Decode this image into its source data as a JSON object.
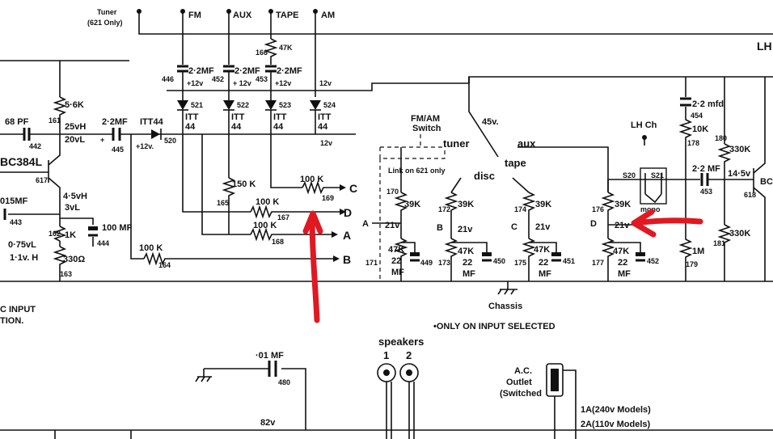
{
  "top_inputs": {
    "tuner": "Tuner",
    "tuner_note": "(621 Only)",
    "fm": "FM",
    "aux": "AUX",
    "tape": "TAPE",
    "am": "AM",
    "lh_corner": "LH"
  },
  "resistors": {
    "r47k_top": "47K",
    "r47k_top_ref": "166",
    "r5k6": "5·6K",
    "r5k6_ref": "161",
    "r100k_c": "100 K",
    "r100k_c_ref": "169",
    "r100k_d": "100 K",
    "r100k_d_ref": "167",
    "r100k_a": "100 K",
    "r100k_a_ref": "168",
    "r100k_b": "100 K",
    "r100k_b_ref": "164",
    "r150k": "150 K",
    "r150k_ref": "165",
    "r1k": "1K",
    "r1k_ref": "162",
    "r330": "330Ω",
    "r330_ref": "163",
    "r10k": "10K",
    "r10k_ref": "178",
    "r330k_a": "330K",
    "r330k_a_ref": "180",
    "r330k_b": "330K",
    "r330k_b_ref": "181",
    "r1m": "1M",
    "r1m_ref": "179"
  },
  "capacitors": {
    "c68pf": "68 PF",
    "c68pf_ref": "442",
    "c015": "015MF",
    "c015_ref": "443",
    "c22_445": "2·2MF",
    "c22_445_ref": "445",
    "c100mf": "100 MF",
    "c100mf_ref": "444",
    "c22_446": "2·2MF",
    "c22_446_ref": "446",
    "c22_452": "2·2MF",
    "c22_452_ref": "452",
    "c22_453": "2·2MF",
    "c22_453_ref": "453",
    "c22mfd": "2·2 mfd",
    "c22mfd_ref": "454",
    "c22_right": "2·2 MF",
    "c22_right_ref": "453",
    "c01": "·01 MF",
    "c01_ref": "480"
  },
  "diodes": {
    "itt44_main": "ITT44",
    "itt44_main_ref": "520",
    "d521": "521",
    "d522": "522",
    "d523": "523",
    "d524": "524",
    "itt": "ITT",
    "num44": "44"
  },
  "voltages": {
    "v12_a": "+12v",
    "v12_b": "+ 12v",
    "v12_c": "+12v",
    "v12_d": "12v",
    "v12_e": "12v",
    "v12_f": "+12v.",
    "v25": "25vH",
    "v20": "20vL",
    "v45h": "4·5vH",
    "v3l": "3vL",
    "v075": "0·75vL",
    "v11h": "1·1v. H",
    "v45": "45v.",
    "v145": "14·5v",
    "v82": "82v"
  },
  "transistors": {
    "bc384": "BC384L",
    "bc384_ref": "617",
    "right_ref": "618",
    "right_label": "BC"
  },
  "outputs": {
    "c": "C",
    "d": "D",
    "a": "A",
    "b": "B"
  },
  "switch_section": {
    "fm_am": "FM/AM",
    "switch": "Switch",
    "tuner": "tuner",
    "disc": "disc",
    "aux": "aux",
    "tape": "tape",
    "link_note": "Link on 621 only",
    "lh_ch": "LH Ch",
    "s20": "S20",
    "s21": "S21",
    "mono": "mono",
    "chassis": "Chassis"
  },
  "channel_modules": [
    {
      "in": "A",
      "r_top": "39K",
      "r_top_ref": "170",
      "v": "21v",
      "r_bot": "47K",
      "r_bot_ref": "171",
      "cap": "22",
      "cap_unit": "MF",
      "cap_ref": "449"
    },
    {
      "in": "B",
      "r_top": "39K",
      "r_top_ref": "172",
      "v": "21v",
      "r_bot": "47K",
      "r_bot_ref": "173",
      "cap": "22",
      "cap_unit": "MF",
      "cap_ref": "450"
    },
    {
      "in": "C",
      "r_top": "39K",
      "r_top_ref": "174",
      "v": "21v",
      "r_bot": "47K",
      "r_bot_ref": "175",
      "cap": "22",
      "cap_unit": "MF",
      "cap_ref": "451"
    },
    {
      "in": "D",
      "r_top": "39K",
      "r_top_ref": "176",
      "v": "21v",
      "r_bot": "47K",
      "r_bot_ref": "177",
      "cap": "22",
      "cap_unit": "MF",
      "cap_ref": "452"
    }
  ],
  "notes": {
    "input_sel": "•ONLY ON INPUT SELECTED",
    "input_left": "C INPUT",
    "input_left2": "TION.",
    "speakers": "speakers",
    "spk1": "1",
    "spk2": "2",
    "ac_outlet": "A.C.",
    "ac_outlet2": "Outlet",
    "ac_outlet3": "(Switched",
    "fuse1": "1A(240v Models)",
    "fuse2": "2A(110v Models)"
  },
  "annotation_color": "#e01822"
}
